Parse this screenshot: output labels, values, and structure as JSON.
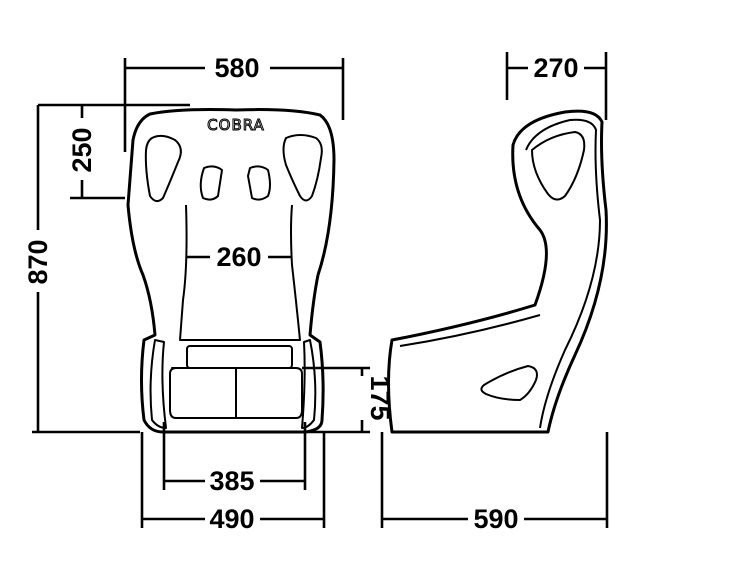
{
  "brand": {
    "logo_text": "COBRA"
  },
  "dimensions": {
    "front_width_top": "580",
    "top_section_height": "250",
    "total_height": "870",
    "inner_back_width": "260",
    "cushion_height": "175",
    "seat_inner_width": "385",
    "base_width": "490",
    "side_top_depth": "270",
    "side_total_depth": "590"
  },
  "colors": {
    "line": "#000000",
    "background": "#ffffff"
  }
}
